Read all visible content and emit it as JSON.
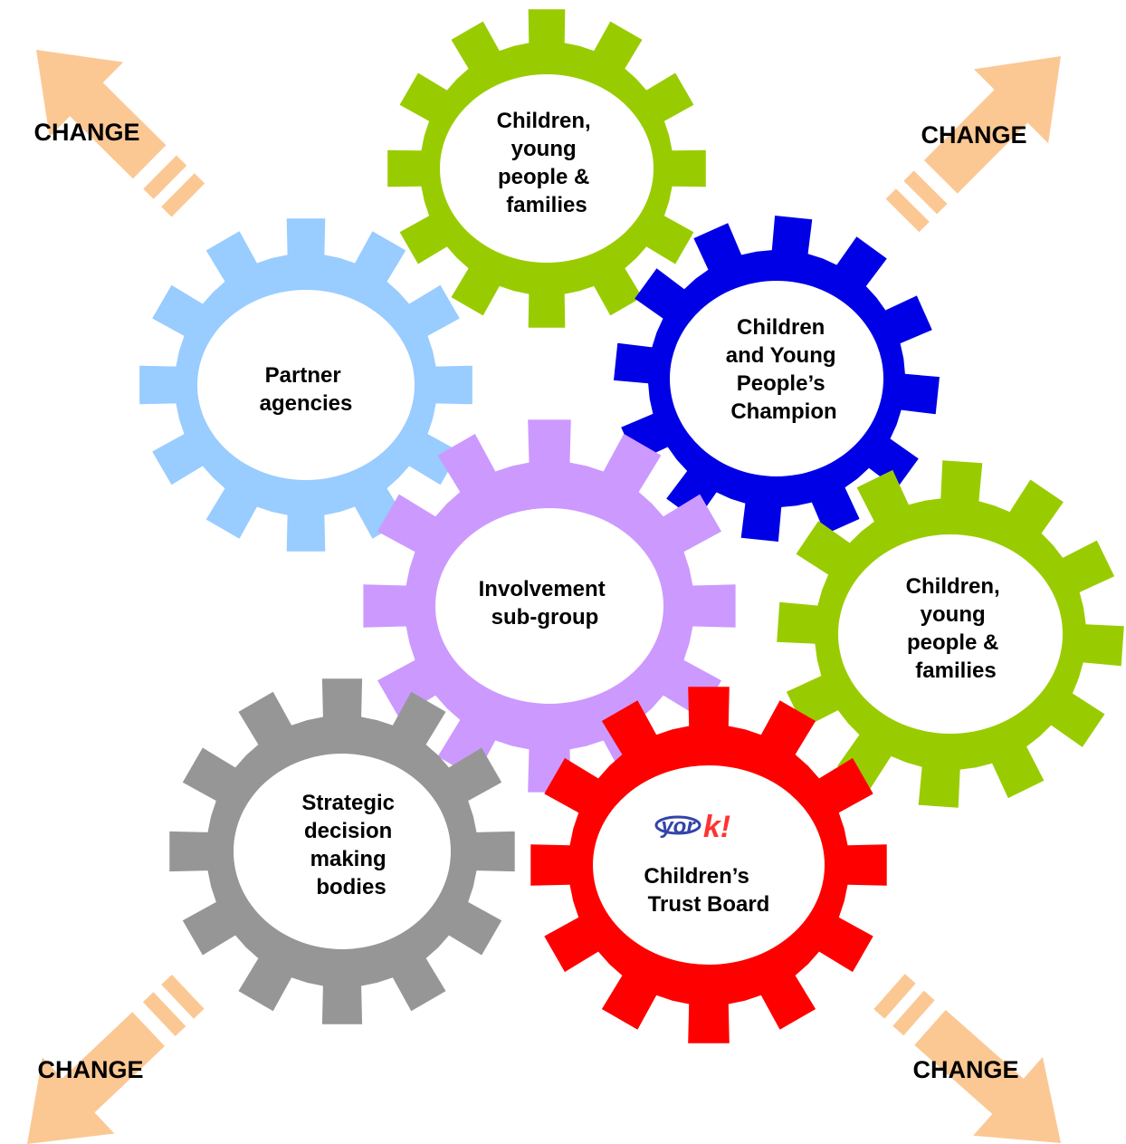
{
  "colors": {
    "arrow": "#fbc894",
    "green": "#99cc00",
    "blue": "#0000e6",
    "light_blue": "#99ccff",
    "purple": "#cc99ff",
    "grey": "#969696",
    "red": "#ff0000",
    "logo_blue": "#3344aa",
    "logo_red": "#ff3333"
  },
  "change_labels": {
    "top_left": "CHANGE",
    "top_right": "CHANGE",
    "bottom_left": "CHANGE",
    "bottom_right": "CHANGE"
  },
  "gears": {
    "families_top": {
      "color": "green",
      "lines": [
        "Children,",
        "young",
        "people &",
        "families"
      ]
    },
    "partner_agencies": {
      "color": "light_blue",
      "lines": [
        "Partner",
        "agencies"
      ]
    },
    "champion": {
      "color": "blue",
      "lines": [
        "Children",
        "and Young",
        "People’s",
        "Champion"
      ]
    },
    "involvement": {
      "color": "purple",
      "lines": [
        "Involvement",
        "sub-group"
      ]
    },
    "families_right": {
      "color": "green",
      "lines": [
        "Children,",
        "young",
        "people &",
        "families"
      ]
    },
    "strategic": {
      "color": "grey",
      "lines": [
        "Strategic",
        "decision",
        "making",
        "bodies"
      ]
    },
    "trust_board": {
      "color": "red",
      "lines": [
        "Children’s",
        "Trust Board"
      ]
    }
  },
  "logo": {
    "part1": "yor",
    "part2": "k!"
  }
}
